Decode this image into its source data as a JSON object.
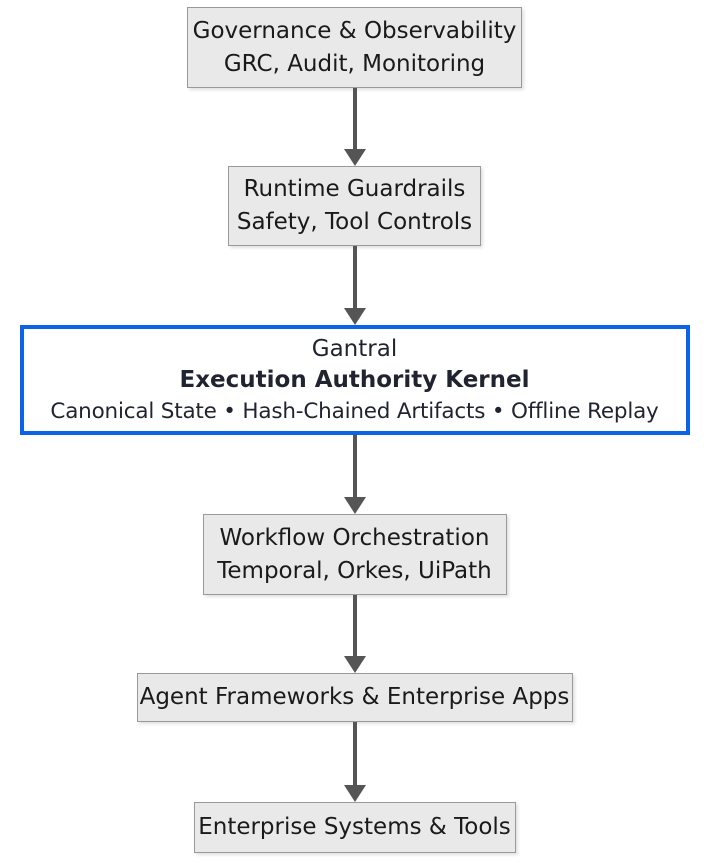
{
  "diagram": {
    "type": "flowchart",
    "direction": "top-down",
    "colors": {
      "background": "#ffffff",
      "node_fill": "#e9e9e9",
      "node_border": "#999999",
      "highlight_fill": "#ffffff",
      "highlight_border": "#0b64e8",
      "arrow": "#555555",
      "text": "#1a1a1a",
      "highlight_text": "#1f2430"
    },
    "nodes": [
      {
        "id": "governance-observability",
        "lines": [
          "Governance & Observability",
          "GRC, Audit, Monitoring"
        ],
        "highlighted": false
      },
      {
        "id": "runtime-guardrails",
        "lines": [
          "Runtime Guardrails",
          "Safety, Tool Controls"
        ],
        "highlighted": false
      },
      {
        "id": "gantral-kernel",
        "lines": [
          "Gantral",
          "Execution Authority Kernel",
          "Canonical State • Hash-Chained Artifacts • Offline Replay"
        ],
        "highlighted": true,
        "bold_line_index": 1
      },
      {
        "id": "workflow-orchestration",
        "lines": [
          "Workflow Orchestration",
          "Temporal, Orkes, UiPath"
        ],
        "highlighted": false
      },
      {
        "id": "agent-frameworks",
        "lines": [
          "Agent Frameworks & Enterprise Apps"
        ],
        "highlighted": false
      },
      {
        "id": "enterprise-systems",
        "lines": [
          "Enterprise Systems & Tools"
        ],
        "highlighted": false
      }
    ],
    "edges": [
      {
        "from": "governance-observability",
        "to": "runtime-guardrails"
      },
      {
        "from": "runtime-guardrails",
        "to": "gantral-kernel"
      },
      {
        "from": "gantral-kernel",
        "to": "workflow-orchestration"
      },
      {
        "from": "workflow-orchestration",
        "to": "agent-frameworks"
      },
      {
        "from": "agent-frameworks",
        "to": "enterprise-systems"
      }
    ]
  }
}
